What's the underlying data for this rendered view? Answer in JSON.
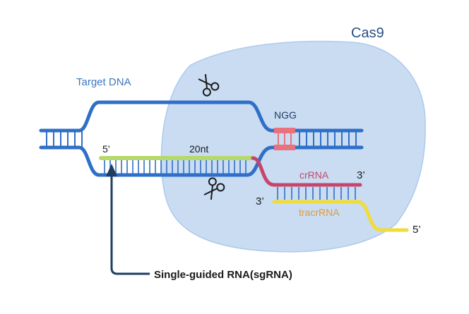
{
  "labels": {
    "protein": "Cas9",
    "target_dna": "Target DNA",
    "pam": "NGG",
    "spacer_length": "20nt",
    "five_prime_left": "5’",
    "three_prime_crrna": "3’",
    "crrna": "crRNA",
    "three_prime_tracr": "3’",
    "tracrrna": "tracrRNA",
    "five_prime_tail": "5’",
    "sgrna": "Single-guided RNA(sgRNA)"
  },
  "icons": {
    "upper_cut": "scissors-icon",
    "lower_cut": "scissors-icon"
  },
  "colors": {
    "dna": "#2f6fc7",
    "cas9_body": "#c7dbf2",
    "cas9_edge": "#a9c8ec",
    "pam": "#e8737f",
    "spacer": "#b5d96a",
    "crrna": "#c8446a",
    "tracrrna": "#f0dc3a",
    "label_blue": "#3d78bf",
    "label_red": "#c8446a",
    "label_orange": "#e49a34",
    "arrow": "#1f3d63",
    "text_dark": "#1a1a1a"
  }
}
